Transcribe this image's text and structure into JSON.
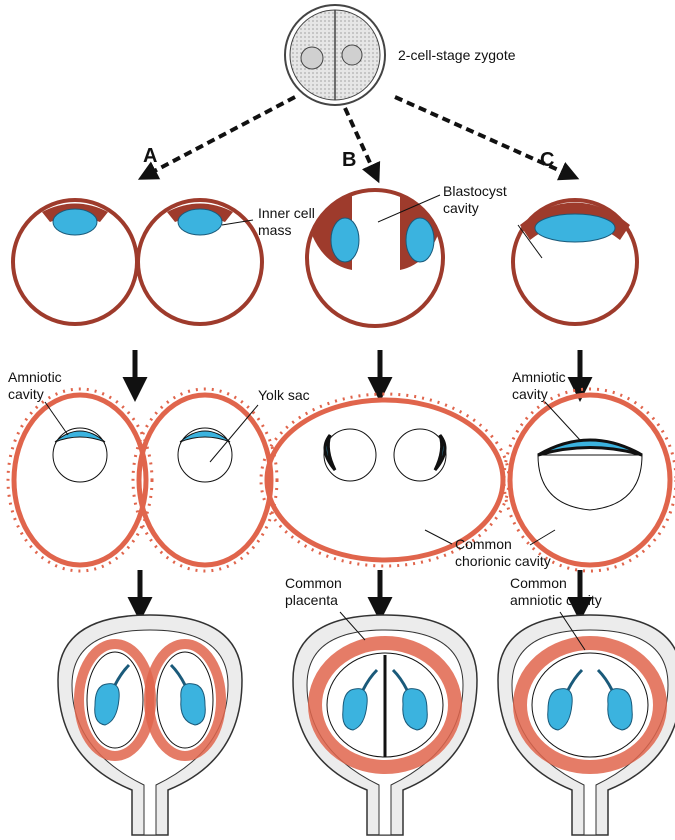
{
  "labels": {
    "zygote": "2-cell-stage zygote",
    "a": "A",
    "b": "B",
    "c": "C",
    "inner_cell_mass": [
      "Inner cell",
      "mass"
    ],
    "blastocyst_cavity": [
      "Blastocyst",
      "cavity"
    ],
    "amniotic_cavity_a": [
      "Amniotic",
      "cavity"
    ],
    "yolk_sac": "Yolk sac",
    "amniotic_cavity_c": [
      "Amniotic",
      "cavity"
    ],
    "common_chorionic_cavity": [
      "Common",
      "chorionic cavity"
    ],
    "common_placenta": [
      "Common",
      "placenta"
    ],
    "common_amniotic_cavity": [
      "Common",
      "amniotic cavity"
    ]
  },
  "colors": {
    "cells": "#9e3b2c",
    "inner_mass": "#3bb3df",
    "chorion": "#e0654c",
    "uterus": "#ececec"
  }
}
